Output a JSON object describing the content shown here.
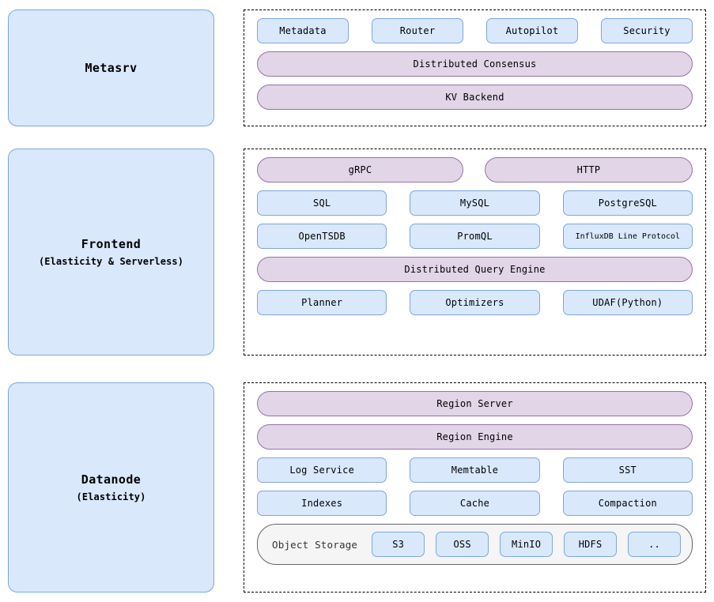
{
  "diagram": {
    "colors": {
      "blue_fill": "#dae8fc",
      "blue_border": "#7ea6dd",
      "purple_fill": "#e1d5e7",
      "purple_border": "#9673a6",
      "storage_fill": "#f5f5f5",
      "storage_border": "#666666",
      "panel_border": "#000000",
      "text": "#000000"
    },
    "sections": {
      "metasrv": {
        "title": "Metasrv",
        "subtitle": "",
        "services_row": [
          "Metadata",
          "Router",
          "Autopilot",
          "Security"
        ],
        "pills": [
          "Distributed Consensus",
          "KV Backend"
        ]
      },
      "frontend": {
        "title": "Frontend",
        "subtitle": "(Elasticity & Serverless)",
        "protocol_pills": [
          "gRPC",
          "HTTP"
        ],
        "interfaces_row_1": [
          "SQL",
          "MySQL",
          "PostgreSQL"
        ],
        "interfaces_row_2": [
          "OpenTSDB",
          "PromQL",
          "InfluxDB Line Protocol"
        ],
        "engine_pill": "Distributed Query Engine",
        "engine_components": [
          "Planner",
          "Optimizers",
          "UDAF(Python)"
        ]
      },
      "datanode": {
        "title": "Datanode",
        "subtitle": "(Elasticity)",
        "pills": [
          "Region Server",
          "Region Engine"
        ],
        "storage_row_1": [
          "Log Service",
          "Memtable",
          "SST"
        ],
        "storage_row_2": [
          "Indexes",
          "Cache",
          "Compaction"
        ],
        "object_storage_label": "Object Storage",
        "object_storage_backends": [
          "S3",
          "OSS",
          "MinIO",
          "HDFS",
          ".."
        ]
      }
    }
  }
}
